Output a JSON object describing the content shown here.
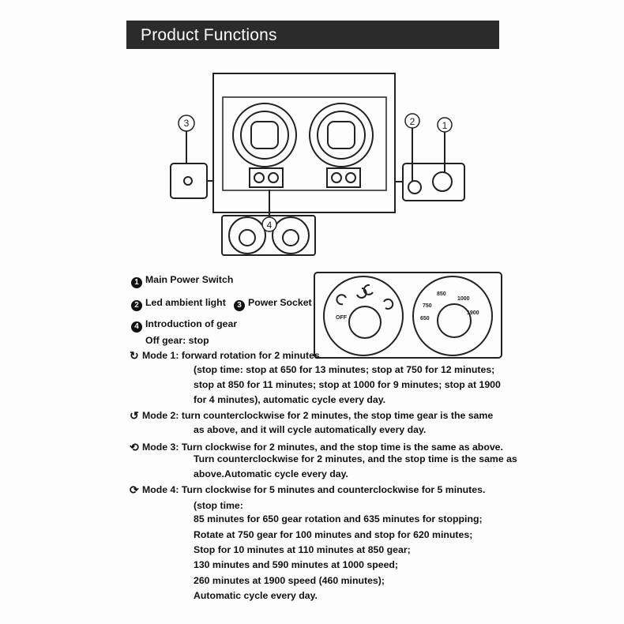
{
  "header": {
    "title": "Product Functions"
  },
  "diagram": {
    "callouts": [
      "1",
      "2",
      "3",
      "4"
    ],
    "dial_left": {
      "off_label": "OFF"
    },
    "dial_right": {
      "labels": [
        "650",
        "750",
        "850",
        "1000",
        "1900"
      ]
    }
  },
  "legend": [
    {
      "number": "1",
      "label": "Main Power Switch"
    },
    {
      "number": "2",
      "label": "Led ambient light"
    },
    {
      "number": "3",
      "label": "Power Socket"
    },
    {
      "number": "4",
      "label": "Introduction of gear"
    }
  ],
  "off_gear": "Off gear: stop",
  "modes": [
    {
      "icon": "clockwise-arrow",
      "title": "Mode 1: forward rotation for 2 minutes",
      "lines": [
        "(stop time: stop at 650 for 13 minutes; stop at 750 for 12 minutes;",
        "stop at 850 for 11 minutes; stop at 1000 for 9 minutes; stop at 1900",
        "for 4 minutes), automatic cycle every day."
      ]
    },
    {
      "icon": "counterclockwise-arrow",
      "title": "Mode 2: turn counterclockwise for 2 minutes, the stop time gear is the same",
      "lines": [
        "as above, and it will cycle automatically every day."
      ]
    },
    {
      "icon": "bidirectional-arrow",
      "title": "Mode 3: Turn clockwise for 2 minutes, and the stop time is the same as above.",
      "lines": [
        "Turn counterclockwise for 2 minutes, and the stop time is the same as",
        "above.Automatic cycle every day."
      ]
    },
    {
      "icon": "alternate-arrow",
      "title": "Mode 4: Turn clockwise for 5 minutes and counterclockwise for 5 minutes.",
      "lines": [
        "(stop time:",
        "85 minutes for 650 gear rotation and 635 minutes for stopping;",
        "Rotate at 750 gear for 100 minutes and stop for 620 minutes;",
        "Stop for 10 minutes at 110 minutes at 850 gear;",
        "130 minutes and 590 minutes at 1000 speed;",
        "260 minutes at 1900 speed (460 minutes);",
        "Automatic cycle every day."
      ]
    }
  ]
}
